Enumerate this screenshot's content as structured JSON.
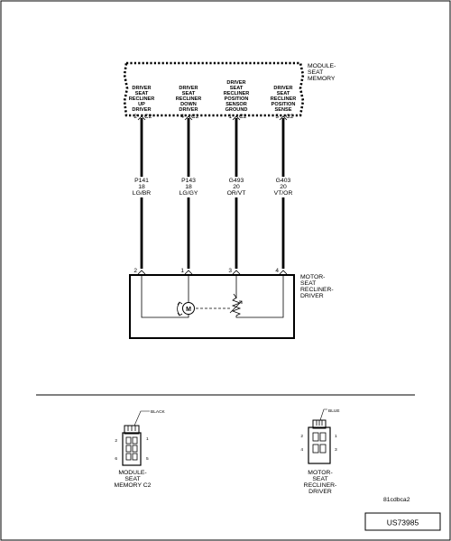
{
  "module": {
    "title_lines": [
      "MODULE-",
      "SEAT",
      "MEMORY"
    ],
    "pins": [
      {
        "id": "p2",
        "lines": [
          "DRIVER",
          "SEAT",
          "RECLINER",
          "UP",
          "DRIVER"
        ],
        "pin": "2",
        "conn": "C2"
      },
      {
        "id": "p4",
        "lines": [
          "DRIVER",
          "SEAT",
          "RECLINER",
          "DOWN",
          "DRIVER"
        ],
        "pin": "4",
        "conn": "C2"
      },
      {
        "id": "p1",
        "lines": [
          "DRIVER",
          "SEAT",
          "RECLINER",
          "POSITION",
          "SENSOR",
          "GROUND"
        ],
        "pin": "1",
        "conn": "C2"
      },
      {
        "id": "p5",
        "lines": [
          "DRIVER",
          "SEAT",
          "RECLINER",
          "POSITION",
          "SENSE"
        ],
        "pin": "5",
        "conn": "C2"
      }
    ]
  },
  "wires": [
    {
      "circuit": "P141",
      "gauge": "18",
      "color": "LG/BR"
    },
    {
      "circuit": "P143",
      "gauge": "18",
      "color": "LG/GY"
    },
    {
      "circuit": "G493",
      "gauge": "20",
      "color": "OR/VT"
    },
    {
      "circuit": "G403",
      "gauge": "20",
      "color": "VT/OR"
    }
  ],
  "motor": {
    "title_lines": [
      "MOTOR-",
      "SEAT",
      "RECLINER-",
      "DRIVER"
    ],
    "pins": [
      "2",
      "1",
      "3",
      "4"
    ],
    "symbol": "M"
  },
  "connectors": {
    "left": {
      "color_tag": "BLACK",
      "pins_left": [
        "2",
        "6"
      ],
      "pins_right": [
        "1",
        "5"
      ],
      "label_lines": [
        "MODULE-",
        "SEAT",
        "MEMORY C2"
      ]
    },
    "right": {
      "color_tag": "BLUE",
      "pins_left": [
        "2",
        "4"
      ],
      "pins_right": [
        "1",
        "3"
      ],
      "label_lines": [
        "MOTOR-",
        "SEAT",
        "RECLINER-",
        "DRIVER"
      ]
    }
  },
  "drawing_code": "81cdbca2",
  "figure_id": "US73985"
}
